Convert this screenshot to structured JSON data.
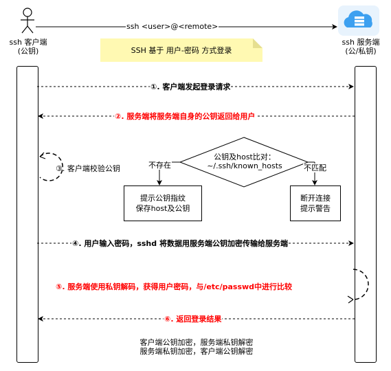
{
  "top_message": "ssh <user>@<remote>",
  "client": {
    "line1": "ssh 客户端",
    "line2": "(公钥)"
  },
  "server": {
    "line1": "ssh 服务端",
    "line2": "(公/私钥)"
  },
  "note": "SSH 基于 用户-密码 方式登录",
  "steps": {
    "s1": "①. 客户端发起登录请求",
    "s2": "②. 服务端将服务端自身的公钥返回给用户",
    "s3": "③. 客户端校验公钥",
    "s4": "④. 用户输入密码，sshd 将数据用服务端公钥加密传输给服务端",
    "s5": "⑤. 服务端使用私钥解码，获得用户密码，与/etc/passwd中进行比较",
    "s6": "⑥. 返回登录结果"
  },
  "decision": {
    "line1": "公钥及host比对：",
    "line2": "~/.ssh/known_hosts"
  },
  "branch_left": "不存在",
  "branch_right": "不匹配",
  "box_left": {
    "line1": "提示公钥指纹",
    "line2": "保存host及公钥"
  },
  "box_right": {
    "line1": "断开连接",
    "line2": "提示警告"
  },
  "footer": {
    "line1": "客户端公钥加密，服务端私钥解密",
    "line2": "服务端私钥加密，客户端公钥解密"
  },
  "colors": {
    "note_bg": "#fff9b2",
    "red_text": "#ff0000",
    "cloud_blue": "#3da0f0"
  },
  "icons": [
    "actor-icon",
    "cloud-server-icon"
  ]
}
